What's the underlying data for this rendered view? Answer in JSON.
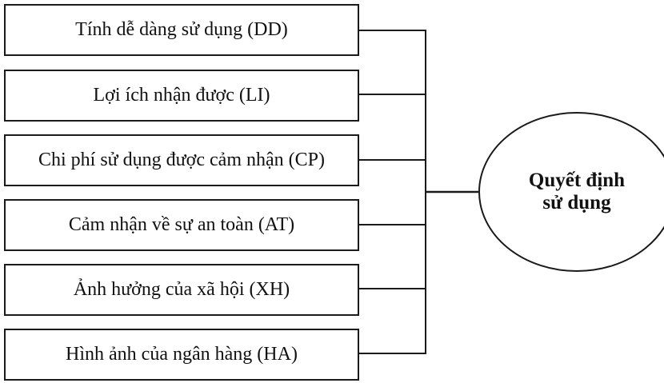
{
  "diagram": {
    "factors": [
      {
        "label": "Tính dễ dàng sử dụng (DD)",
        "code": "DD"
      },
      {
        "label": "Lợi ích nhận được (LI)",
        "code": "LI"
      },
      {
        "label": "Chi phí sử dụng được cảm nhận (CP)",
        "code": "CP"
      },
      {
        "label": "Cảm nhận về sự an toàn (AT)",
        "code": "AT"
      },
      {
        "label": "Ảnh hưởng của xã hội (XH)",
        "code": "XH"
      },
      {
        "label": "Hình ảnh của ngân hàng (HA)",
        "code": "HA"
      }
    ],
    "outcome": {
      "line1": "Quyết định",
      "line2": "sử dụng"
    },
    "colors": {
      "stroke": "#1a1a1a",
      "text": "#111111",
      "background": "#ffffff"
    }
  }
}
